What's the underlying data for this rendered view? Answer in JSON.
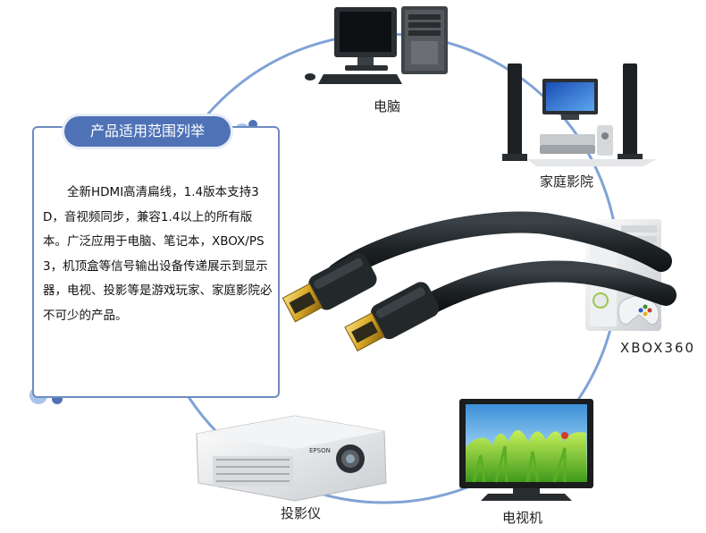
{
  "panel": {
    "title": "产品适用范围列举",
    "body": "全新HDMI高清扁线，1.4版本支持3D，音视频同步，兼容1.4以上的所有版本。广泛应用于电脑、笔记本，XBOX/PS3，机顶盒等信号输出设备传递展示到显示器，电视、投影等是游戏玩家、家庭影院必不可少的产品。"
  },
  "devices": {
    "computer": "电脑",
    "home_theater": "家庭影院",
    "xbox": "XBOX360",
    "tv": "电视机",
    "projector": "投影仪"
  },
  "brand": {
    "projector_brand": "EPSON"
  },
  "colors": {
    "accent": "#4f72b6",
    "panel_border": "#6d8bc2",
    "circle": "#7fa3d6",
    "cable": "#1e2326",
    "gold": "#d9a927"
  }
}
